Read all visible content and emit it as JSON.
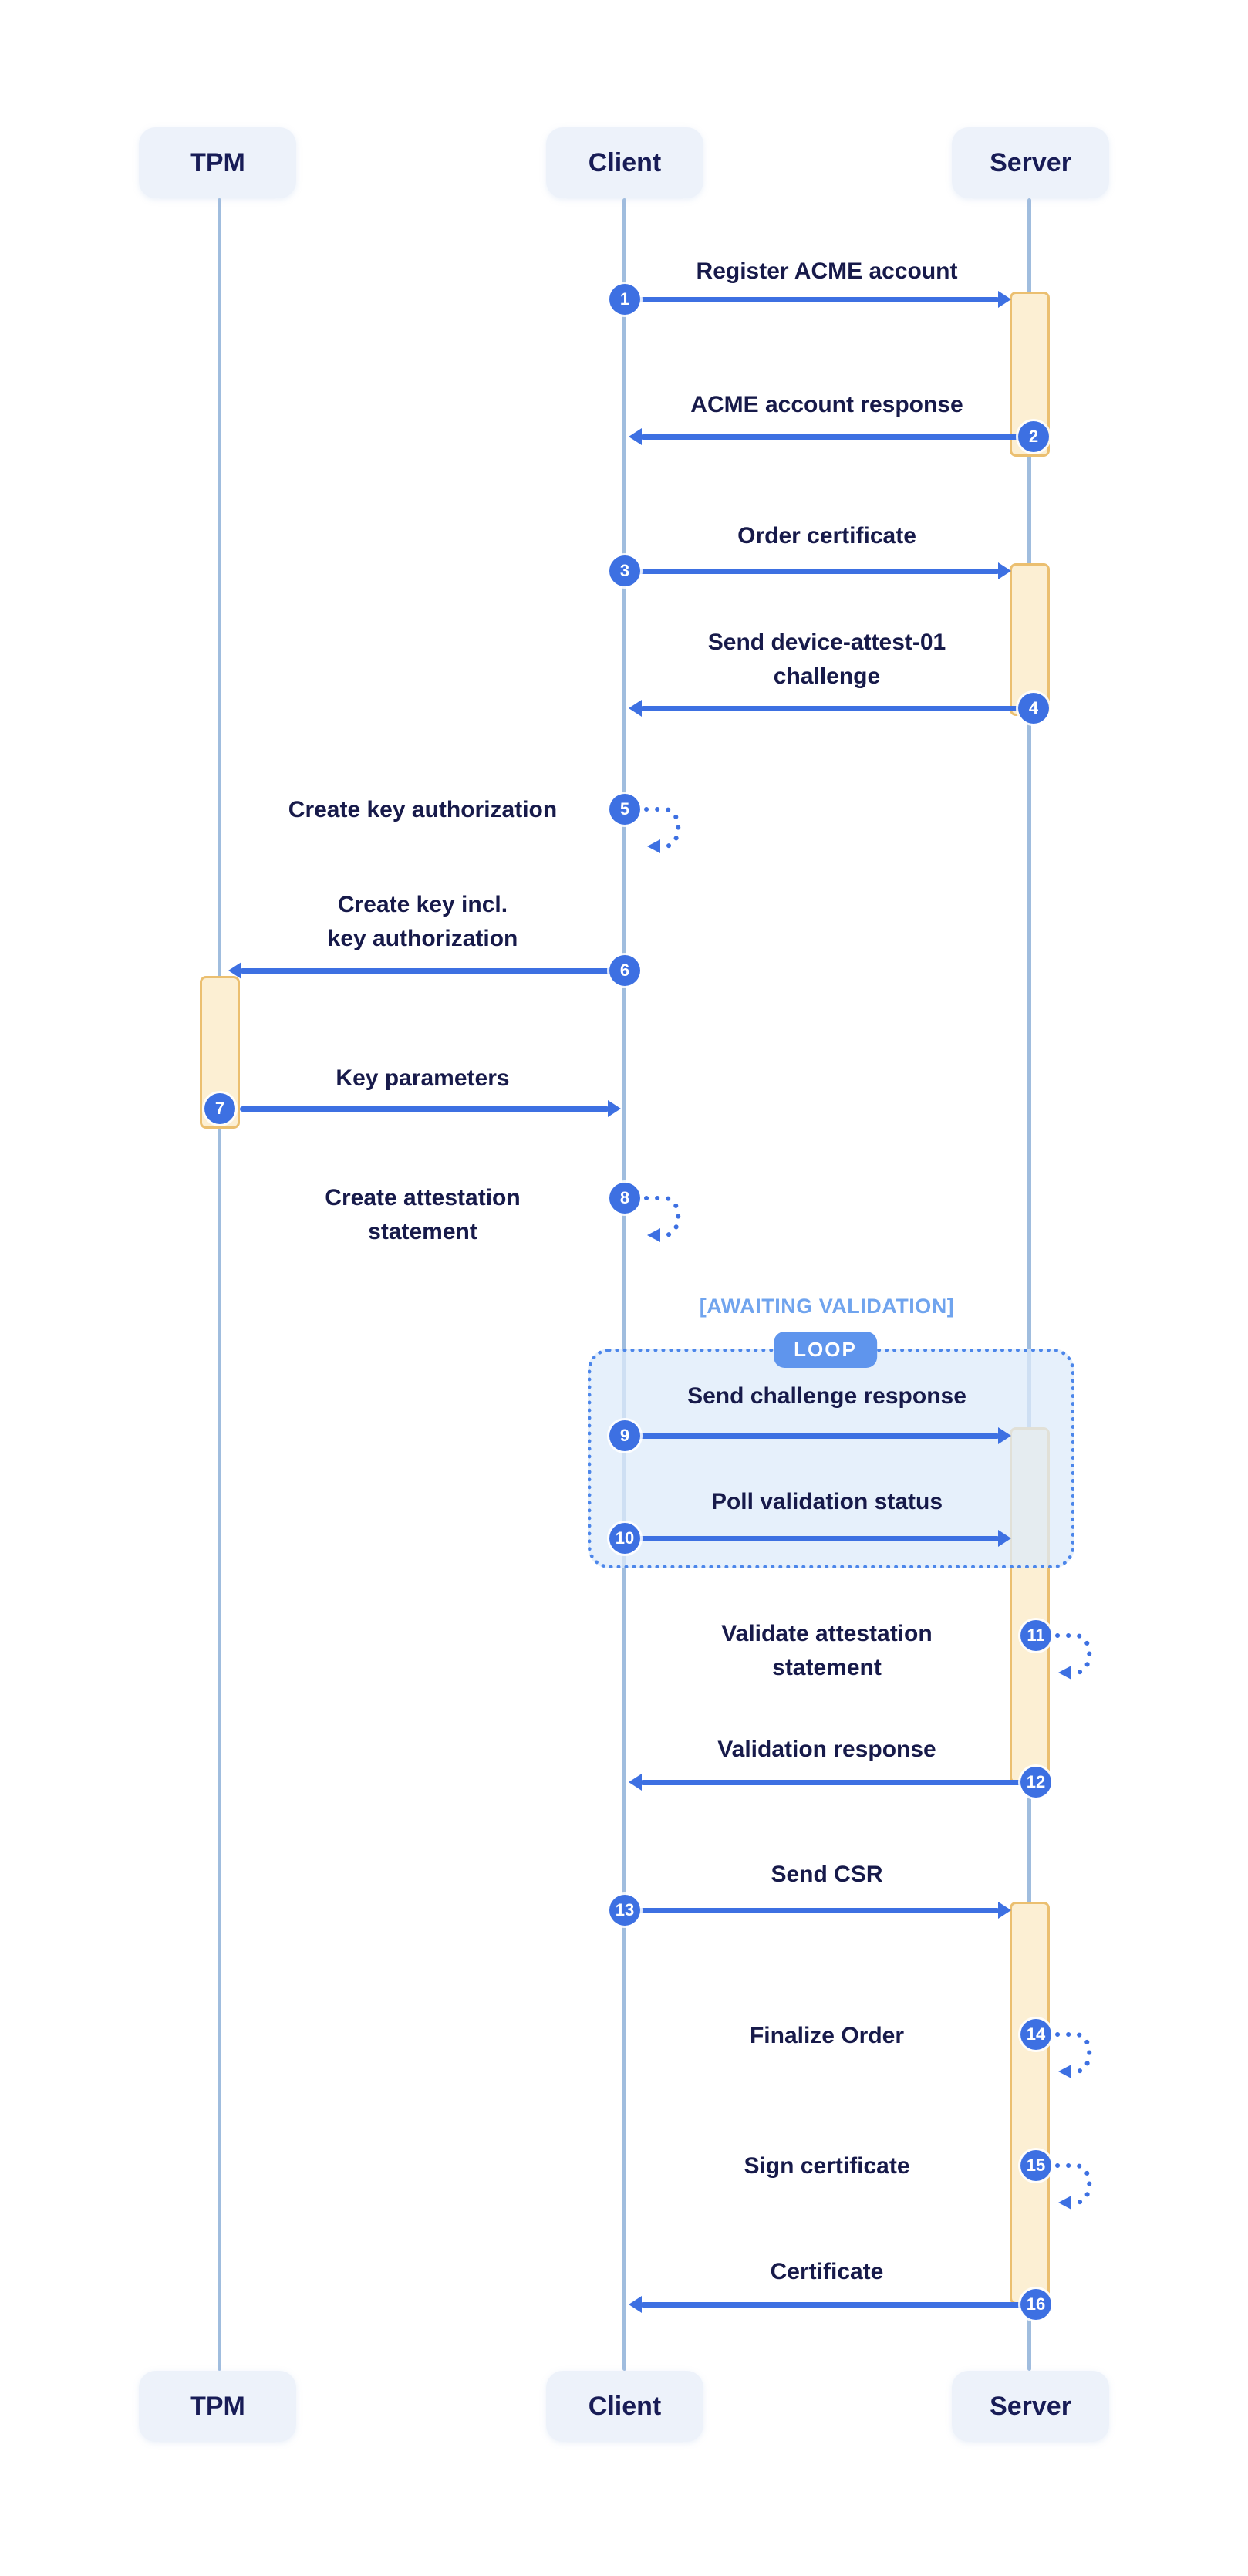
{
  "diagram": {
    "type": "sequence-diagram",
    "actors": [
      {
        "name": "TPM"
      },
      {
        "name": "Client"
      },
      {
        "name": "Server"
      }
    ],
    "messages": [
      {
        "num": "1",
        "label": "Register ACME account",
        "from": "Client",
        "to": "Server",
        "kind": "message"
      },
      {
        "num": "2",
        "label": "ACME account response",
        "from": "Server",
        "to": "Client",
        "kind": "message"
      },
      {
        "num": "3",
        "label": "Order certificate",
        "from": "Client",
        "to": "Server",
        "kind": "message"
      },
      {
        "num": "4",
        "label": "Send device-attest-01\nchallenge",
        "from": "Server",
        "to": "Client",
        "kind": "message"
      },
      {
        "num": "5",
        "label": "Create key authorization",
        "from": "Client",
        "to": "Client",
        "kind": "self"
      },
      {
        "num": "6",
        "label": "Create key incl.\nkey authorization",
        "from": "Client",
        "to": "TPM",
        "kind": "message"
      },
      {
        "num": "7",
        "label": "Key parameters",
        "from": "TPM",
        "to": "Client",
        "kind": "message"
      },
      {
        "num": "8",
        "label": "Create attestation\nstatement",
        "from": "Client",
        "to": "Client",
        "kind": "self"
      },
      {
        "num": "9",
        "label": "Send challenge response",
        "from": "Client",
        "to": "Server",
        "kind": "message",
        "in_loop": true
      },
      {
        "num": "10",
        "label": "Poll validation status",
        "from": "Client",
        "to": "Server",
        "kind": "message",
        "in_loop": true
      },
      {
        "num": "11",
        "label": "Validate attestation\nstatement",
        "from": "Server",
        "to": "Server",
        "kind": "self"
      },
      {
        "num": "12",
        "label": "Validation response",
        "from": "Server",
        "to": "Client",
        "kind": "message"
      },
      {
        "num": "13",
        "label": "Send CSR",
        "from": "Client",
        "to": "Server",
        "kind": "message"
      },
      {
        "num": "14",
        "label": "Finalize Order",
        "from": "Server",
        "to": "Server",
        "kind": "self"
      },
      {
        "num": "15",
        "label": "Sign certificate",
        "from": "Server",
        "to": "Server",
        "kind": "self"
      },
      {
        "num": "16",
        "label": "Certificate",
        "from": "Server",
        "to": "Client",
        "kind": "message"
      }
    ],
    "loop": {
      "condition_label": "[AWAITING VALIDATION]",
      "operator_label": "LOOP",
      "contains_messages": [
        "9",
        "10"
      ]
    },
    "colors": {
      "arrow_blue": "#3D70E2",
      "lifeline": "#A0BDDE",
      "actor_box_fill": "#EDF2FA",
      "text_navy": "#171A4A",
      "activation_fill": "#FCEFD3",
      "activation_border": "#EBBF70",
      "loop_fill": "#E8EFF9",
      "loop_border": "#4C86EA",
      "loop_condition_text": "#70A4EE",
      "loop_badge_fill": "#5F95ED"
    }
  }
}
